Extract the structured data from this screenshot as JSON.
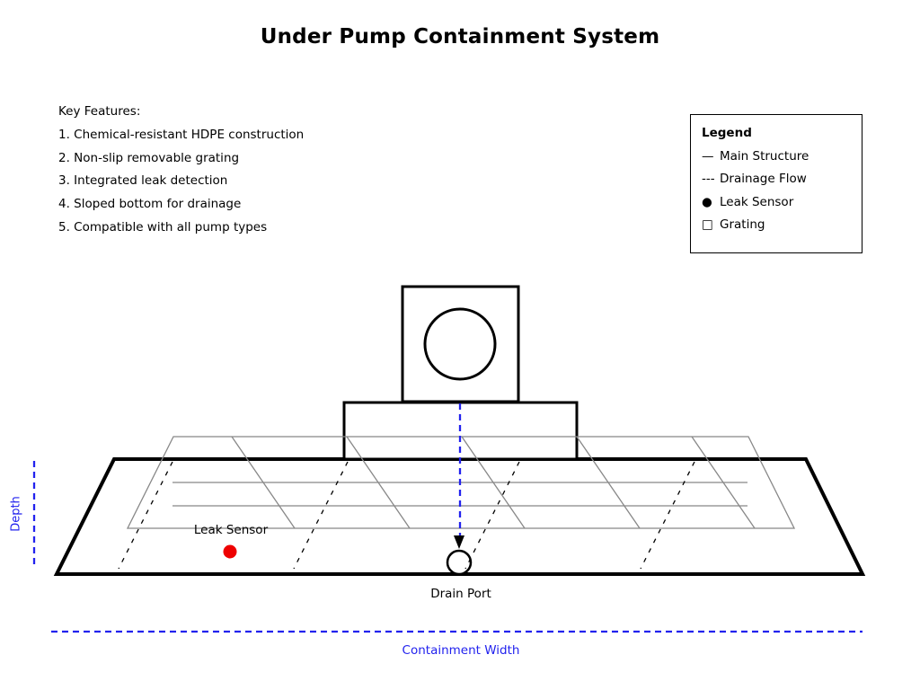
{
  "page": {
    "title": "Under Pump Containment System"
  },
  "features": {
    "heading": "Key Features:",
    "items": [
      "1. Chemical-resistant HDPE construction",
      "2. Non-slip removable grating",
      "3. Integrated leak detection",
      "4. Sloped bottom for drainage",
      "5. Compatible with all pump types"
    ]
  },
  "legend": {
    "title": "Legend",
    "items": [
      {
        "symbol": "—",
        "label": "Main Structure"
      },
      {
        "symbol": "---",
        "label": "Drainage Flow"
      },
      {
        "symbol": "●",
        "label": "Leak Sensor"
      },
      {
        "symbol": "□",
        "label": "Grating"
      }
    ]
  },
  "diagram": {
    "labels": {
      "leak_sensor": "Leak Sensor",
      "drain_port": "Drain Port",
      "depth": "Depth",
      "containment_width": "Containment Width"
    }
  },
  "colors": {
    "annotation_blue": "#2222ee",
    "sensor_red": "#ee0000",
    "structure_black": "#000000",
    "grating_gray": "#888888"
  }
}
